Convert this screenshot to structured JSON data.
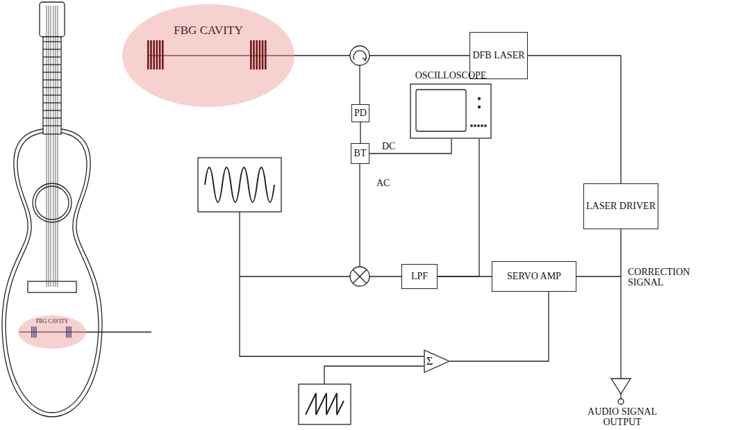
{
  "diagram": {
    "nodes": [
      {
        "text": [
          "FBG CAVITY"
        ]
      },
      {
        "text": [
          "DFB LASER"
        ]
      },
      {
        "text": [
          "PD"
        ]
      },
      {
        "text": [
          "BT"
        ]
      },
      {
        "text": [
          "OSCILLOSCOPE"
        ]
      },
      {
        "text": [
          "LASER DRIVER"
        ]
      },
      {
        "text": [
          "LPF"
        ]
      },
      {
        "text": [
          "SERVO AMP"
        ]
      },
      {
        "text": [
          "Σ"
        ]
      },
      {
        "text": [
          "FBG CAVITY"
        ]
      }
    ],
    "edges": [
      {
        "from": 2,
        "to": 3,
        "arrow": "none"
      },
      {
        "from": 3,
        "to": 4,
        "label": "DC",
        "arrow": "none"
      },
      {
        "from": 1,
        "to": 5,
        "arrow": "none"
      },
      {
        "from": 6,
        "to": 7,
        "arrow": "none"
      },
      {
        "from": 6,
        "to": 4,
        "arrow": "none"
      },
      {
        "from": 8,
        "to": 7,
        "arrow": "none"
      },
      {
        "from": 7,
        "to": 5,
        "arrow": "none"
      }
    ],
    "labels": [
      "AC",
      "CORRECTION SIGNAL",
      "AUDIO SIGNAL OUTPUT"
    ]
  }
}
